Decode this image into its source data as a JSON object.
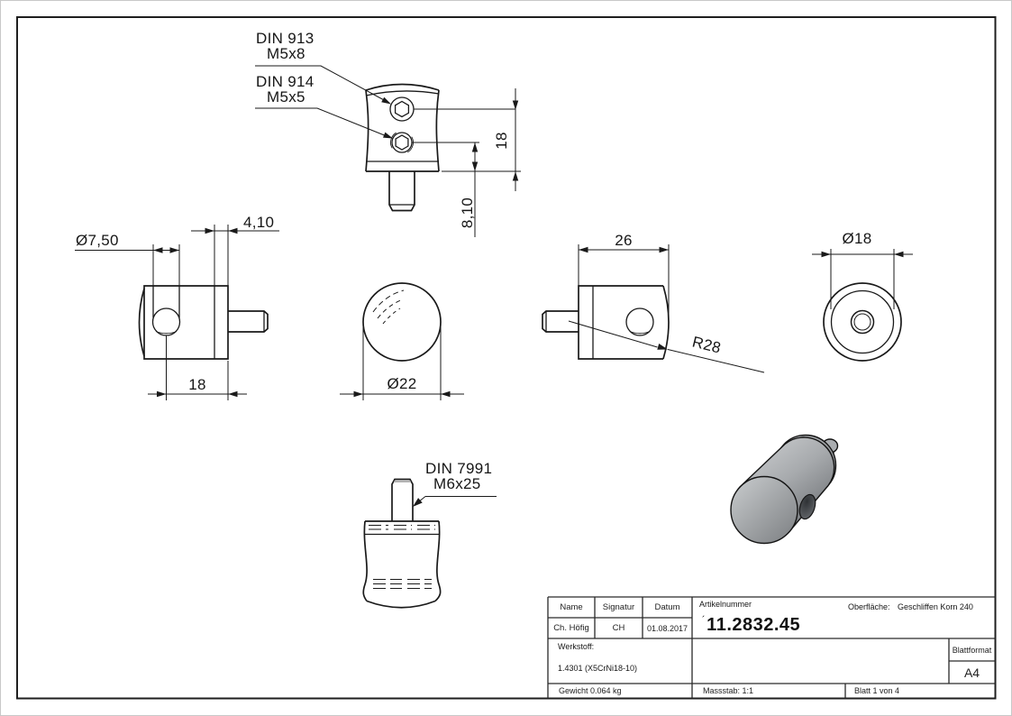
{
  "drawing": {
    "labels": {
      "din913": {
        "line1": "DIN 913",
        "line2": "M5x8"
      },
      "din914": {
        "line1": "DIN 914",
        "line2": "M5x5"
      },
      "din7991": {
        "line1": "DIN 7991",
        "line2": "M6x25"
      }
    },
    "dimensions": {
      "top_height": "18",
      "top_offset": "8,10",
      "side_hole_dia": "Ø7,50",
      "side_offset": "4,10",
      "side_width": "18",
      "front_dia": "Ø22",
      "right_width": "26",
      "right_radius": "R28",
      "back_dia": "Ø18"
    }
  },
  "title_block": {
    "headers": {
      "name": "Name",
      "signatur": "Signatur",
      "datum": "Datum"
    },
    "values": {
      "name": "Ch. Höfig",
      "signatur": "CH",
      "datum": "01.08.2017"
    },
    "artikelnummer_label": "Artikelnummer",
    "artikelnummer_prefix": "´",
    "artikelnummer": "11.2832.45",
    "oberflaeche_label": "Oberfläche:",
    "oberflaeche": "Geschliffen Korn 240",
    "werkstoff_label": "Werkstoff:",
    "werkstoff": "1.4301 (X5CrNi18-10)",
    "gewicht": "Gewicht 0.064 kg",
    "massstab": "Massstab: 1:1",
    "blatt": "Blatt 1 von 4",
    "blattformat_label": "Blattformat",
    "blattformat": "A4"
  },
  "colors": {
    "line": "#1a1a1a",
    "metal_light": "#d2d4d6",
    "metal_mid": "#a7aaad",
    "metal_dark": "#5d6064"
  }
}
